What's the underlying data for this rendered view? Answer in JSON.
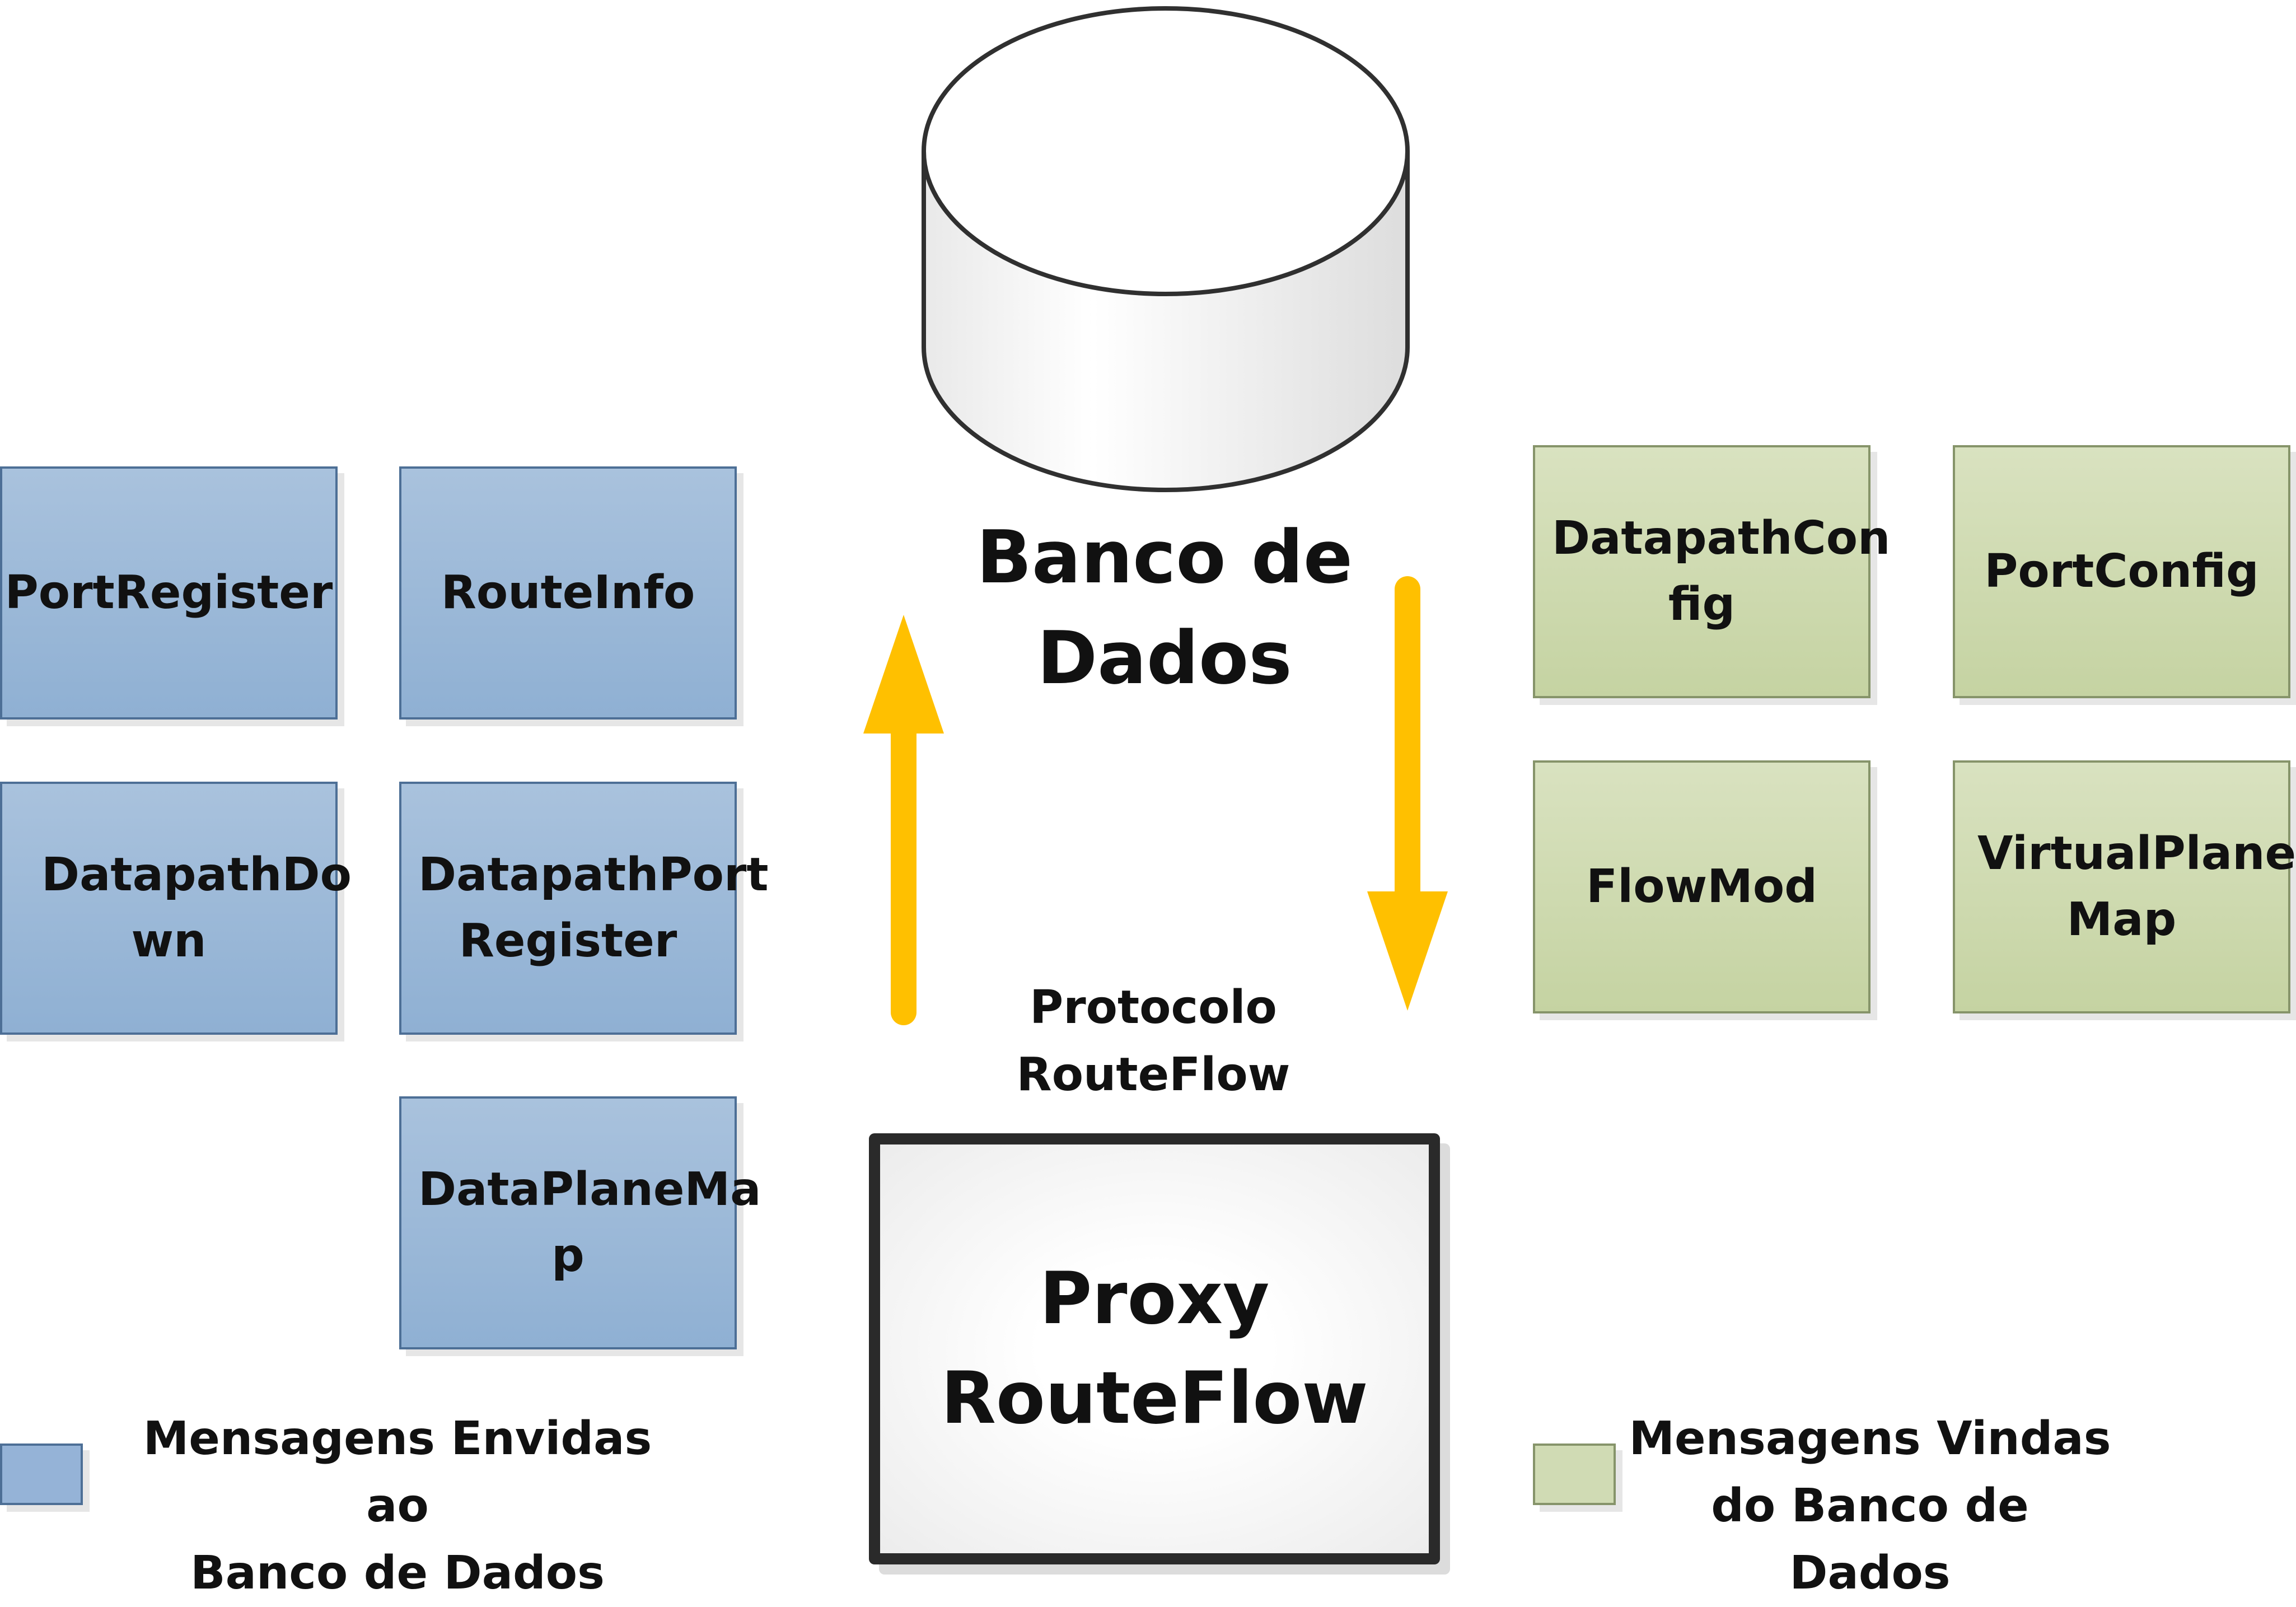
{
  "database": {
    "title": "Banco de Dados"
  },
  "sent_messages": [
    {
      "id": "port-register",
      "label": "PortRegister"
    },
    {
      "id": "route-info",
      "label": "RouteInfo"
    },
    {
      "id": "datapath-down",
      "label": "DatapathDo wn"
    },
    {
      "id": "datapath-port-register",
      "label": "DatapathPort Register"
    },
    {
      "id": "data-plane-map",
      "label": "DataPlaneMa p"
    }
  ],
  "received_messages": [
    {
      "id": "datapath-config",
      "label": "DatapathCon fig"
    },
    {
      "id": "port-config",
      "label": "PortConfig"
    },
    {
      "id": "flow-mod",
      "label": "FlowMod"
    },
    {
      "id": "virtual-plane-map",
      "label": "VirtualPlane Map"
    }
  ],
  "protocol": {
    "line1": "Protocolo",
    "line2": "RouteFlow"
  },
  "proxy": {
    "line1": "Proxy",
    "line2": "RouteFlow"
  },
  "legend": {
    "sent": {
      "line1": "Mensagens Envidas ao",
      "line2": "Banco de Dados"
    },
    "received": {
      "line1": "Mensagens Vindas",
      "line2": "do Banco de Dados"
    }
  },
  "colors": {
    "sent": "#95b3d7",
    "received": "#d0dbb4",
    "arrow": "#ffc000",
    "proxy_border": "#2a2a2a"
  }
}
